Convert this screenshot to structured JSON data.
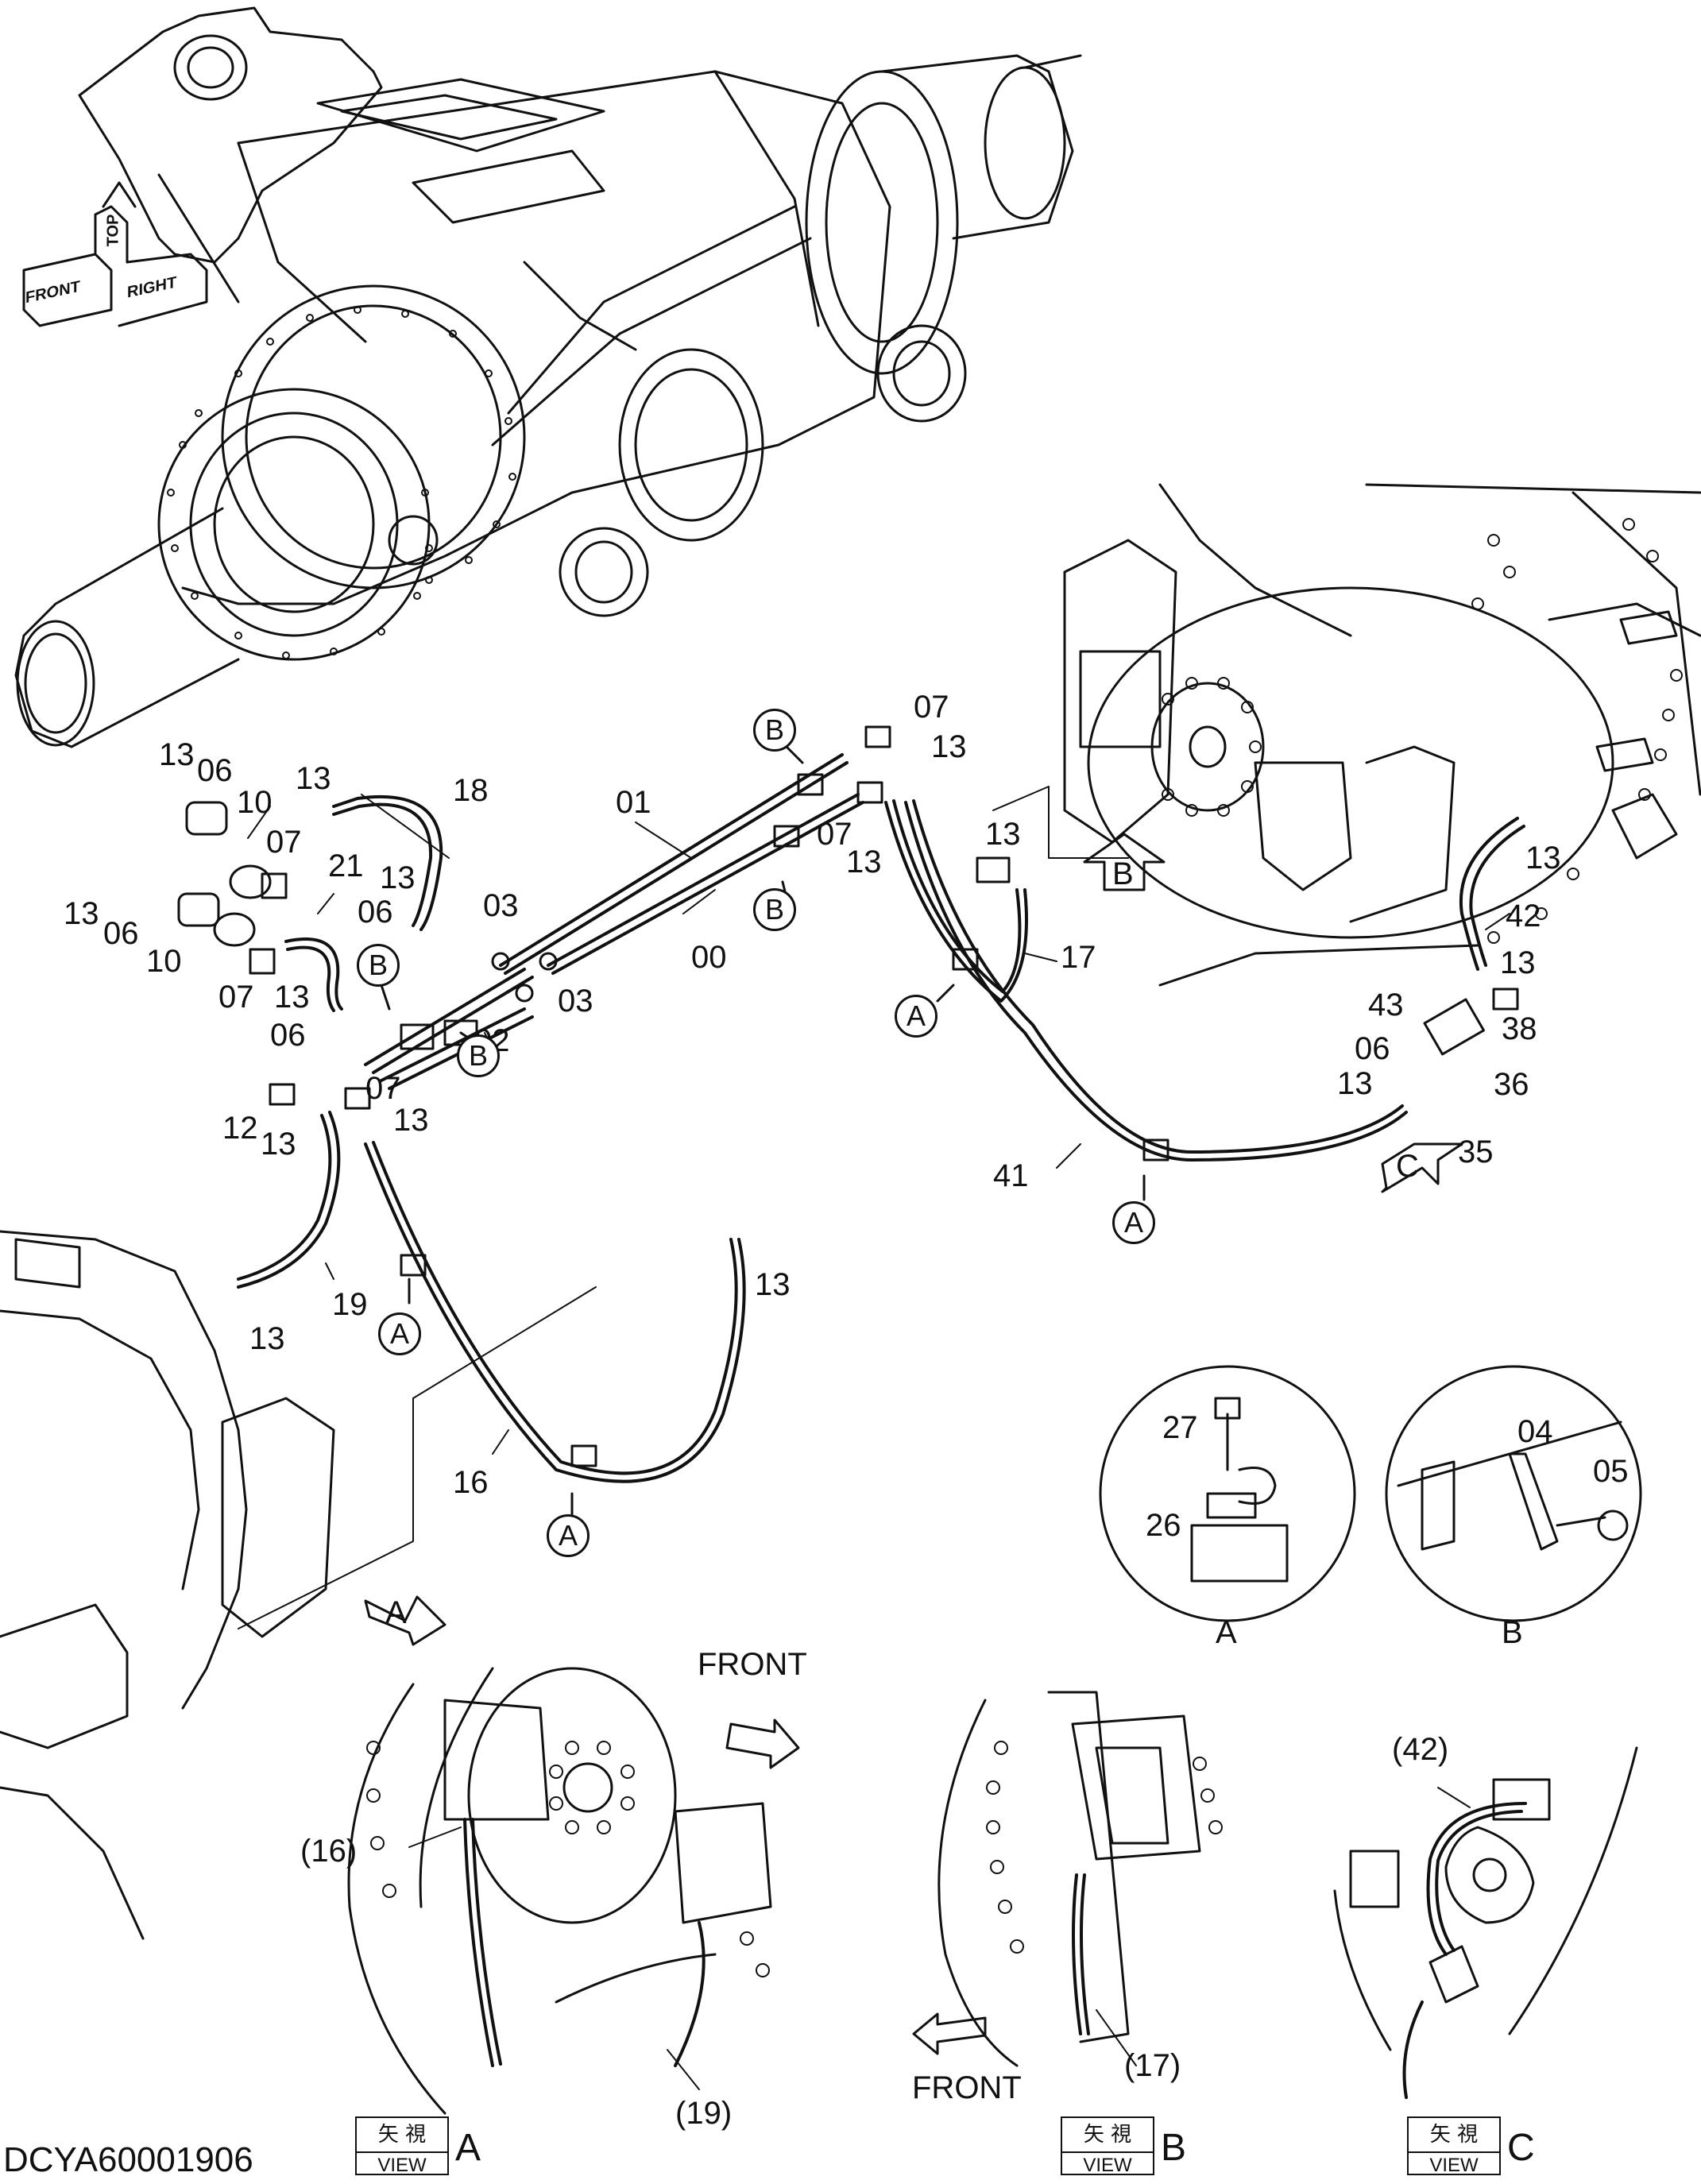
{
  "drawing": {
    "code": "DCYA60001906"
  },
  "compass": {
    "top": "TOP",
    "front": "FRONT",
    "right": "RIGHT"
  },
  "part_labels": [
    {
      "id": "p1",
      "text": "13"
    },
    {
      "id": "p2",
      "text": "06"
    },
    {
      "id": "p3",
      "text": "10"
    },
    {
      "id": "p4",
      "text": "13"
    },
    {
      "id": "p5",
      "text": "07"
    },
    {
      "id": "p6",
      "text": "18"
    },
    {
      "id": "p7",
      "text": "21"
    },
    {
      "id": "p8",
      "text": "13"
    },
    {
      "id": "p9",
      "text": "06"
    },
    {
      "id": "p10",
      "text": "13"
    },
    {
      "id": "p11",
      "text": "06"
    },
    {
      "id": "p12",
      "text": "10"
    },
    {
      "id": "p13",
      "text": "07"
    },
    {
      "id": "p14",
      "text": "13"
    },
    {
      "id": "p15",
      "text": "06"
    },
    {
      "id": "p16",
      "text": "01"
    },
    {
      "id": "p17",
      "text": "03"
    },
    {
      "id": "p18",
      "text": "00"
    },
    {
      "id": "p19",
      "text": "03"
    },
    {
      "id": "p20",
      "text": "02"
    },
    {
      "id": "p21",
      "text": "07"
    },
    {
      "id": "p22",
      "text": "13"
    },
    {
      "id": "p23",
      "text": "12"
    },
    {
      "id": "p24",
      "text": "13"
    },
    {
      "id": "p25",
      "text": "07"
    },
    {
      "id": "p26",
      "text": "13"
    },
    {
      "id": "p27",
      "text": "07"
    },
    {
      "id": "p28",
      "text": "13"
    },
    {
      "id": "p29",
      "text": "13"
    },
    {
      "id": "p30",
      "text": "17"
    },
    {
      "id": "p31",
      "text": "41"
    },
    {
      "id": "p32",
      "text": "13"
    },
    {
      "id": "p33",
      "text": "42"
    },
    {
      "id": "p34",
      "text": "13"
    },
    {
      "id": "p35",
      "text": "43"
    },
    {
      "id": "p36",
      "text": "38"
    },
    {
      "id": "p37",
      "text": "06"
    },
    {
      "id": "p38",
      "text": "13"
    },
    {
      "id": "p39",
      "text": "36"
    },
    {
      "id": "p40",
      "text": "35"
    },
    {
      "id": "p41",
      "text": "19"
    },
    {
      "id": "p42",
      "text": "13"
    },
    {
      "id": "p43",
      "text": "13"
    },
    {
      "id": "p44",
      "text": "16"
    },
    {
      "id": "p45",
      "text": "27"
    },
    {
      "id": "p46",
      "text": "26"
    },
    {
      "id": "p47",
      "text": "04"
    },
    {
      "id": "p48",
      "text": "05"
    }
  ],
  "callouts": [
    {
      "id": "c1",
      "text": "B"
    },
    {
      "id": "c2",
      "text": "B"
    },
    {
      "id": "c3",
      "text": "B"
    },
    {
      "id": "c4",
      "text": "B"
    },
    {
      "id": "c5",
      "text": "A"
    },
    {
      "id": "c6",
      "text": "A"
    },
    {
      "id": "c7",
      "text": "A"
    },
    {
      "id": "c8",
      "text": "A"
    }
  ],
  "view_arrows": [
    {
      "id": "va1",
      "text": "B"
    },
    {
      "id": "va2",
      "text": "C"
    },
    {
      "id": "va3",
      "text": "A"
    }
  ],
  "detail_views": {
    "detail_a_caption": "A",
    "detail_b_caption": "B"
  },
  "view_panels": [
    {
      "id": "vA",
      "jp": "矢 視",
      "en": "VIEW",
      "letter": "A",
      "ref_labels": [
        "(16)",
        "(19)"
      ],
      "front": "FRONT"
    },
    {
      "id": "vB",
      "jp": "矢 視",
      "en": "VIEW",
      "letter": "B",
      "ref_labels": [
        "(17)"
      ],
      "front": "FRONT"
    },
    {
      "id": "vC",
      "jp": "矢 視",
      "en": "VIEW",
      "letter": "C",
      "ref_labels": [
        "(42)"
      ]
    }
  ],
  "colors": {
    "line": "#111111",
    "background": "#ffffff"
  }
}
